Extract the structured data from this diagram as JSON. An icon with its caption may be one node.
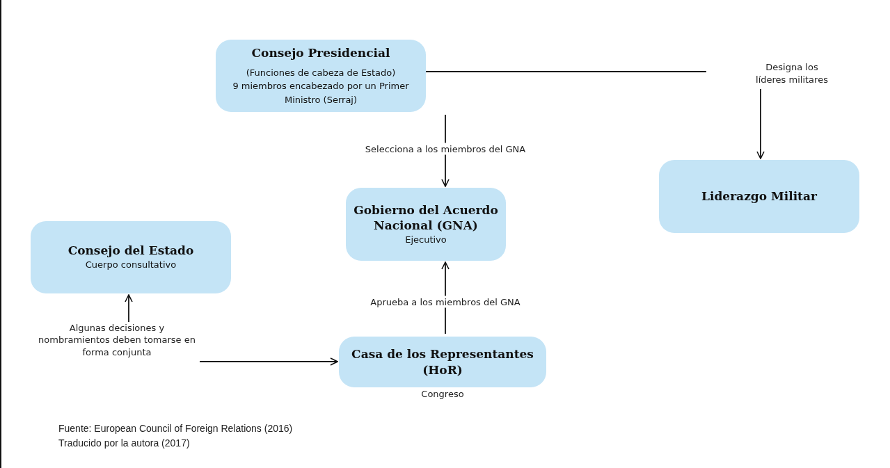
{
  "diagram": {
    "nodes": [
      {
        "text": [
          "Consejo Presidencial",
          "(Funciones de cabeza de Estado)",
          "9 miembros encabezado por un Primer Ministro (Serraj)"
        ]
      },
      {
        "text": [
          "Designa los líderes militares"
        ]
      },
      {
        "text": [
          "Liderazgo Militar"
        ]
      },
      {
        "text": [
          "Gobierno del Acuerdo Nacional (GNA)",
          "Ejecutivo"
        ]
      },
      {
        "text": [
          "Consejo del Estado",
          "Cuerpo consultativo"
        ]
      },
      {
        "text": [
          "Algunas decisiones y nombramientos deben tomarse en forma conjunta"
        ]
      },
      {
        "text": [
          "Casa de los Representantes (HoR)"
        ],
        "beside": [
          "Congreso"
        ]
      }
    ],
    "edges": [
      {
        "from": 0,
        "to": 1,
        "arrow": "none"
      },
      {
        "from": 1,
        "to": 2,
        "arrow": "to"
      },
      {
        "from": 0,
        "to": 3,
        "arrow": "to",
        "label": "Selecciona a los miembros del GNA"
      },
      {
        "from": 6,
        "to": 3,
        "arrow": "to",
        "label": "Aprueba a los miembros del GNA"
      },
      {
        "from": 5,
        "to": 4,
        "arrow": "to"
      },
      {
        "from": 5,
        "to": 6,
        "arrow": "to"
      }
    ],
    "labels": [
      "Fuente: European Council of Foreign Relations (2016)",
      "Traducido por la autora (2017)"
    ]
  }
}
